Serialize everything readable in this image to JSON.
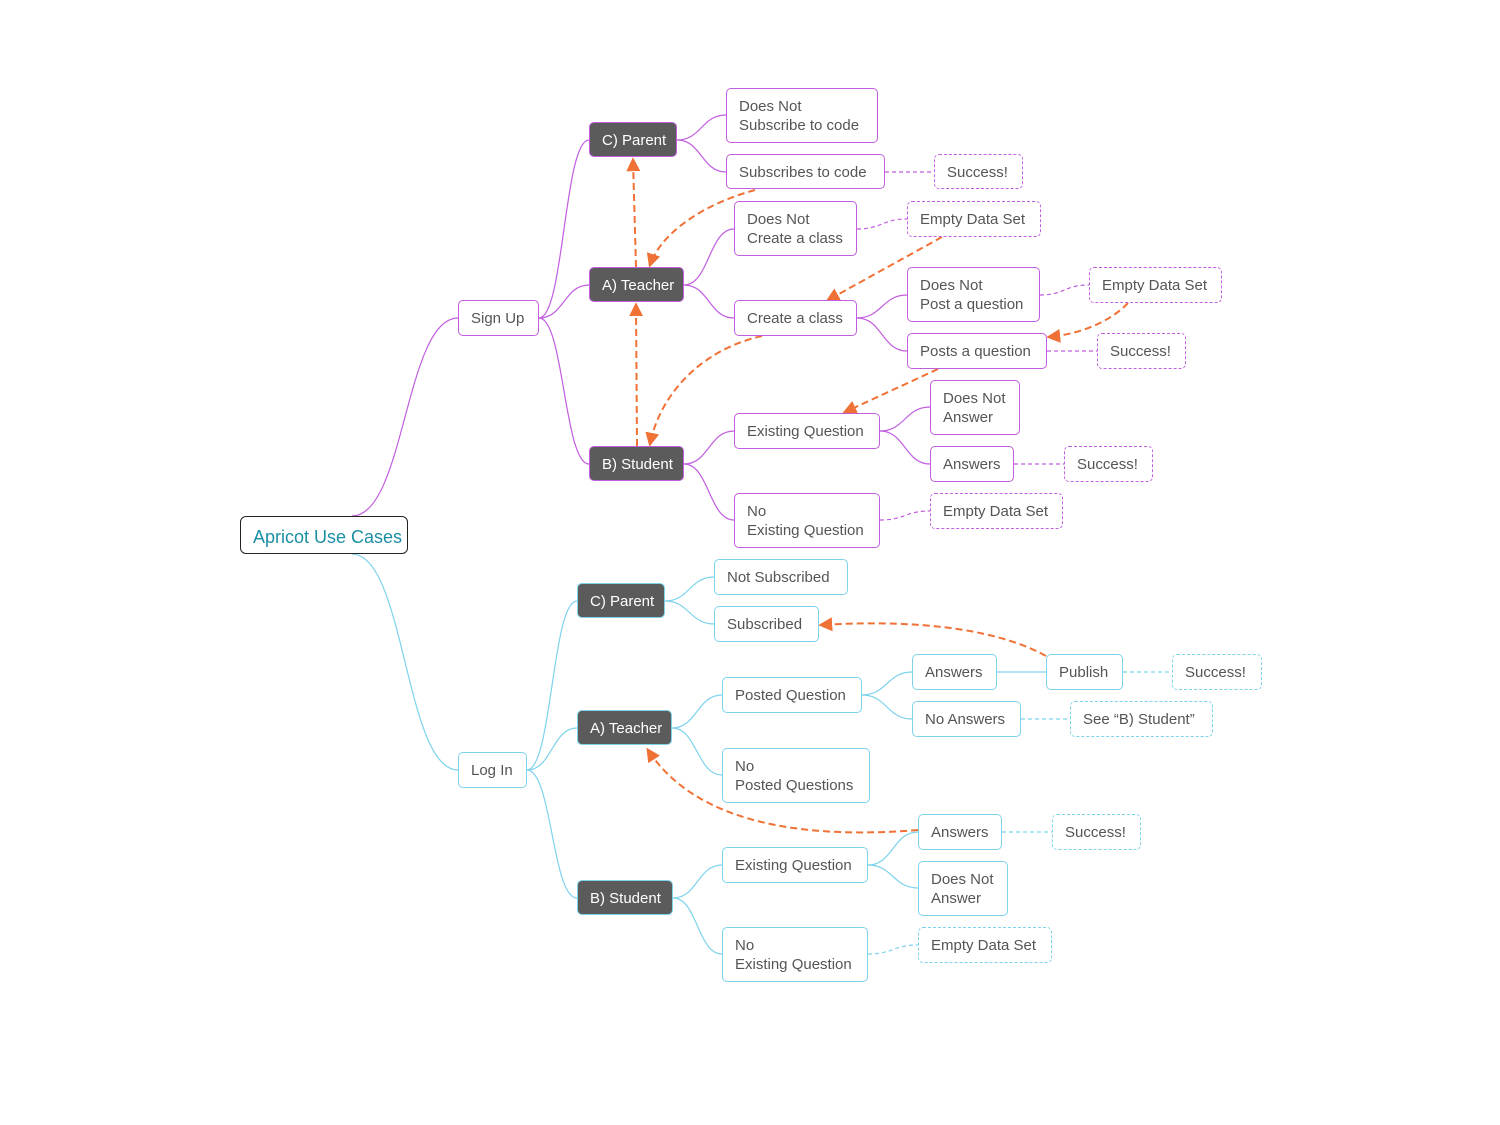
{
  "diagram": {
    "root": "Apricot Use Cases",
    "sign_up": {
      "label": "Sign Up",
      "parent": {
        "label": "C) Parent",
        "does_not_subscribe": "Does Not\nSubscribe to code",
        "subscribes": "Subscribes to code",
        "subscribes_result": "Success!"
      },
      "teacher": {
        "label": "A) Teacher",
        "does_not_create": "Does Not\nCreate a class",
        "does_not_create_result": "Empty Data Set",
        "create_class": "Create a class",
        "does_not_post": "Does Not\nPost a question",
        "does_not_post_result": "Empty Data Set",
        "posts_question": "Posts a question",
        "posts_question_result": "Success!"
      },
      "student": {
        "label": "B) Student",
        "existing_question": "Existing Question",
        "does_not_answer": "Does Not\nAnswer",
        "answers": "Answers",
        "answers_result": "Success!",
        "no_existing_question": "No\nExisting Question",
        "no_existing_result": "Empty Data Set"
      }
    },
    "log_in": {
      "label": "Log In",
      "parent": {
        "label": "C) Parent",
        "not_subscribed": "Not Subscribed",
        "subscribed": "Subscribed"
      },
      "teacher": {
        "label": "A) Teacher",
        "posted_question": "Posted Question",
        "answers": "Answers",
        "publish": "Publish",
        "publish_result": "Success!",
        "no_answers": "No Answers",
        "no_answers_result": "See “B) Student”",
        "no_posted_questions": "No\nPosted Questions"
      },
      "student": {
        "label": "B) Student",
        "existing_question": "Existing Question",
        "answers": "Answers",
        "answers_result": "Success!",
        "does_not_answer": "Does Not\nAnswer",
        "no_existing_question": "No\nExisting Question",
        "no_existing_result": "Empty Data Set"
      }
    }
  },
  "colors": {
    "sign_up_branch": "#c25ee0",
    "log_in_branch": "#7dd3ec",
    "role_fill": "#5b5b5b",
    "root_text": "#1b8fa3",
    "flow_arrow": "#f07136"
  }
}
